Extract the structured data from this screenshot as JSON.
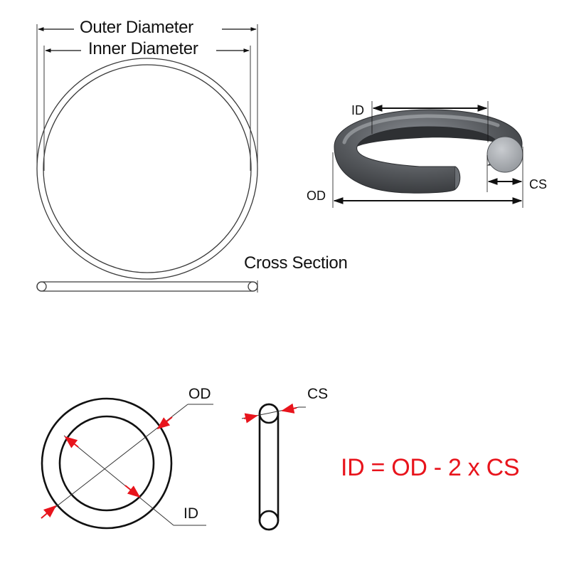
{
  "top_diagram": {
    "outer_diameter_label": "Outer Diameter",
    "inner_diameter_label": "Inner Diameter",
    "cross_section_label": "Cross Section"
  },
  "ring_3d": {
    "id_label": "ID",
    "od_label": "OD",
    "cs_label": "CS"
  },
  "bottom_diagram": {
    "od_label": "OD",
    "id_label": "ID",
    "cs_label": "CS",
    "formula": "ID = OD - 2 x CS"
  },
  "colors": {
    "line": "#2a2a2a",
    "arrow_red": "#e8141c",
    "rubber_dark": "#3d3f42",
    "rubber_light": "#9a9ea3"
  }
}
